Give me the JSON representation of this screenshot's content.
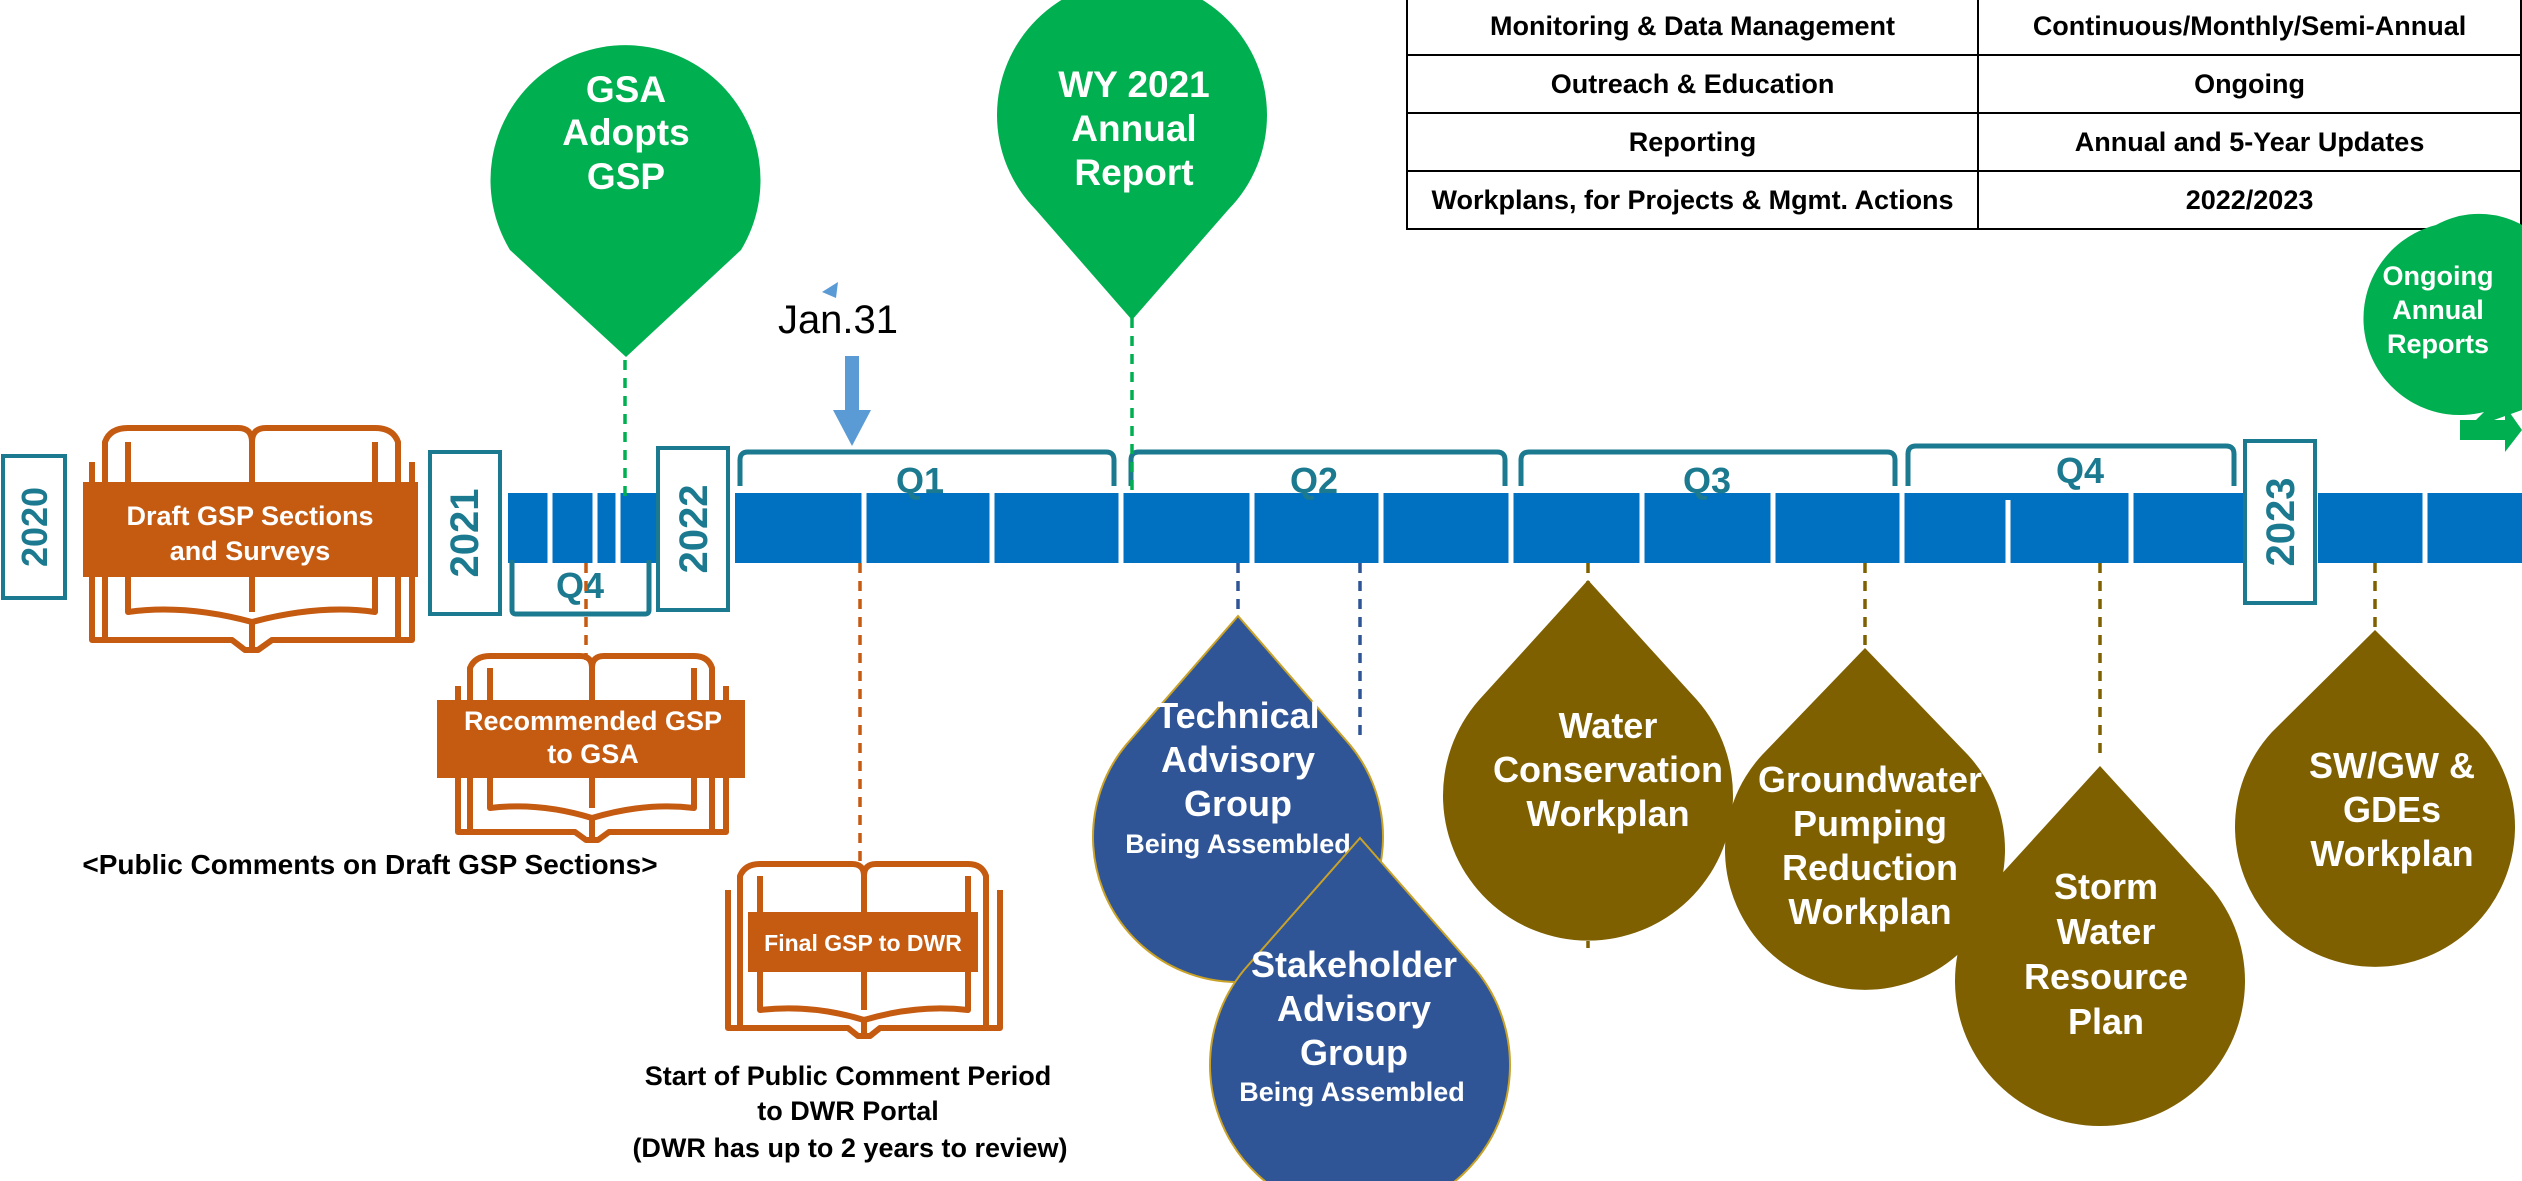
{
  "table": {
    "rows": [
      {
        "activity": "Monitoring & Data Management",
        "schedule": "Continuous/Monthly/Semi-Annual"
      },
      {
        "activity": "Outreach & Education",
        "schedule": "Ongoing"
      },
      {
        "activity": "Reporting",
        "schedule": "Annual and 5-Year Updates"
      },
      {
        "activity": "Workplans, for Projects & Mgmt. Actions",
        "schedule": "2022/2023"
      }
    ]
  },
  "years": {
    "y2020": "2020",
    "y2021": "2021",
    "y2022": "2022",
    "y2023": "2023"
  },
  "quarters": {
    "q4_2021": "Q4",
    "q1": "Q1",
    "q2": "Q2",
    "q3": "Q3",
    "q4": "Q4"
  },
  "marker": {
    "jan31": "Jan.31"
  },
  "pins": {
    "gsa_adopts": [
      "GSA",
      "Adopts",
      "GSP"
    ],
    "wy2021": [
      "WY 2021",
      "Annual",
      "Report"
    ],
    "ongoing": [
      "Ongoing",
      "Annual",
      "Reports"
    ]
  },
  "books": {
    "draft": [
      "Draft GSP Sections",
      "and Surveys"
    ],
    "recommended": [
      "Recommended GSP",
      "to GSA"
    ],
    "final": [
      "Final GSP to DWR"
    ]
  },
  "notes": {
    "public_comments": "<Public Comments on Draft GSP Sections>",
    "dwr": [
      "Start of Public Comment Period",
      "to DWR Portal",
      "(DWR has up to 2 years to review)"
    ]
  },
  "drops": {
    "technical": {
      "lines": [
        "Technical",
        "Advisory",
        "Group"
      ],
      "sub": "Being Assembled"
    },
    "stakeholder": {
      "lines": [
        "Stakeholder",
        "Advisory",
        "Group"
      ],
      "sub": "Being Assembled"
    },
    "water_conservation": [
      "Water",
      "Conservation",
      "Workplan"
    ],
    "groundwater": [
      "Groundwater",
      "Pumping",
      "Reduction",
      "Workplan"
    ],
    "storm_water": [
      "Storm",
      "Water",
      "Resource",
      "Plan"
    ],
    "swgw": [
      "SW/GW &",
      "GDEs",
      "Workplan"
    ]
  },
  "colors": {
    "timeline_blue": "#0070C0",
    "teal": "#1B7A8F",
    "green": "#00B050",
    "orange": "#C55A11",
    "navy": "#2F5597",
    "olive": "#7F6000",
    "arrow_blue": "#5B9BD5"
  }
}
